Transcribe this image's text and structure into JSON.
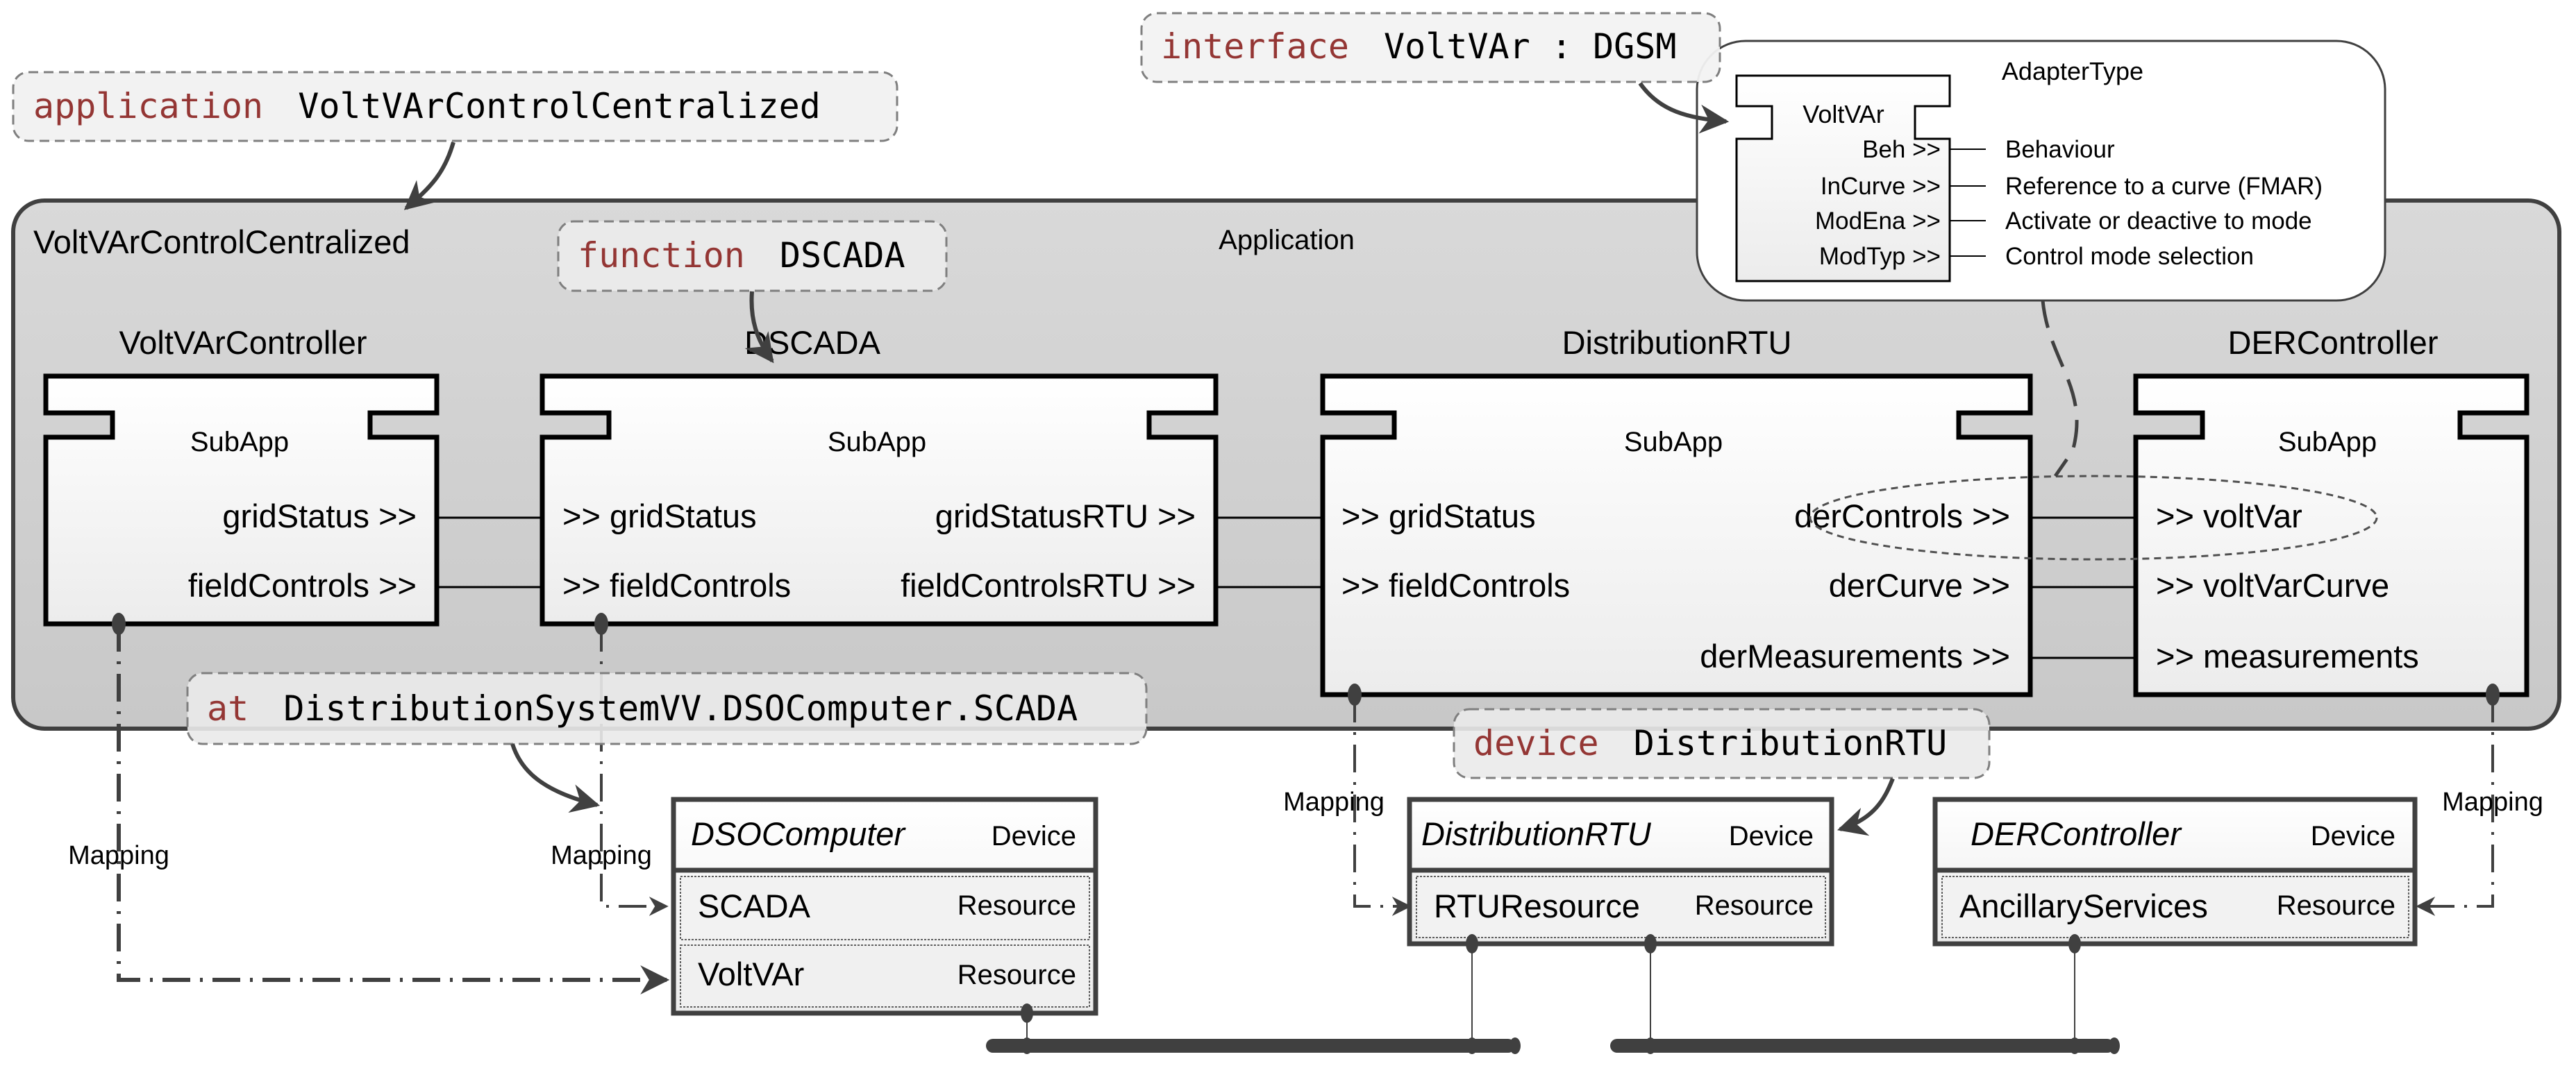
{
  "colors": {
    "keyword": "#943634",
    "annotation_bg": "#f2f2f2",
    "annotation_border": "#7f7f7f",
    "panel_bg": "#d4d4d4",
    "panel_border": "#404040",
    "connector": "#404040"
  },
  "annotations": {
    "application": {
      "keyword": "application",
      "name": "VoltVArControlCentralized"
    },
    "interface": {
      "keyword": "interface",
      "name": "VoltVAr : DGSM"
    },
    "function": {
      "keyword": "function",
      "name": "DSCADA"
    },
    "at": {
      "keyword": "at",
      "name": "DistributionSystemVV.DSOComputer.SCADA"
    },
    "device": {
      "keyword": "device",
      "name": "DistributionRTU"
    }
  },
  "adapter": {
    "type_label": "AdapterType",
    "name": "VoltVAr",
    "ports": [
      {
        "port": "Beh >>",
        "description": "Behaviour"
      },
      {
        "port": "InCurve >>",
        "description": "Reference to a curve (FMAR)"
      },
      {
        "port": "ModEna >>",
        "description": "Activate or deactive to mode"
      },
      {
        "port": "ModTyp >>",
        "description": "Control mode selection"
      }
    ]
  },
  "application": {
    "title": "VoltVArControlCentralized",
    "type_label": "Application",
    "subapps": [
      {
        "name": "VoltVArController",
        "type": "SubApp",
        "inputs": [],
        "outputs": [
          "gridStatus >>",
          "fieldControls >>"
        ]
      },
      {
        "name": "DSCADA",
        "type": "SubApp",
        "inputs": [
          ">> gridStatus",
          ">> fieldControls"
        ],
        "outputs": [
          "gridStatusRTU >>",
          "fieldControlsRTU >>"
        ]
      },
      {
        "name": "DistributionRTU",
        "type": "SubApp",
        "inputs": [
          ">> gridStatus",
          ">> fieldControls"
        ],
        "outputs": [
          "derControls >>",
          "derCurve >>",
          "derMeasurements >>"
        ]
      },
      {
        "name": "DERController",
        "type": "SubApp",
        "inputs": [
          ">> voltVar",
          ">> voltVarCurve",
          ">> measurements"
        ],
        "outputs": []
      }
    ]
  },
  "mapping_label": "Mapping",
  "devices": [
    {
      "name": "DSOComputer",
      "type": "Device",
      "resources": [
        {
          "name": "SCADA",
          "type": "Resource"
        },
        {
          "name": "VoltVAr",
          "type": "Resource"
        }
      ]
    },
    {
      "name": "DistributionRTU",
      "type": "Device",
      "resources": [
        {
          "name": "RTUResource",
          "type": "Resource"
        }
      ]
    },
    {
      "name": "DERController",
      "type": "Device",
      "resources": [
        {
          "name": "AncillaryServices",
          "type": "Resource"
        }
      ]
    }
  ]
}
